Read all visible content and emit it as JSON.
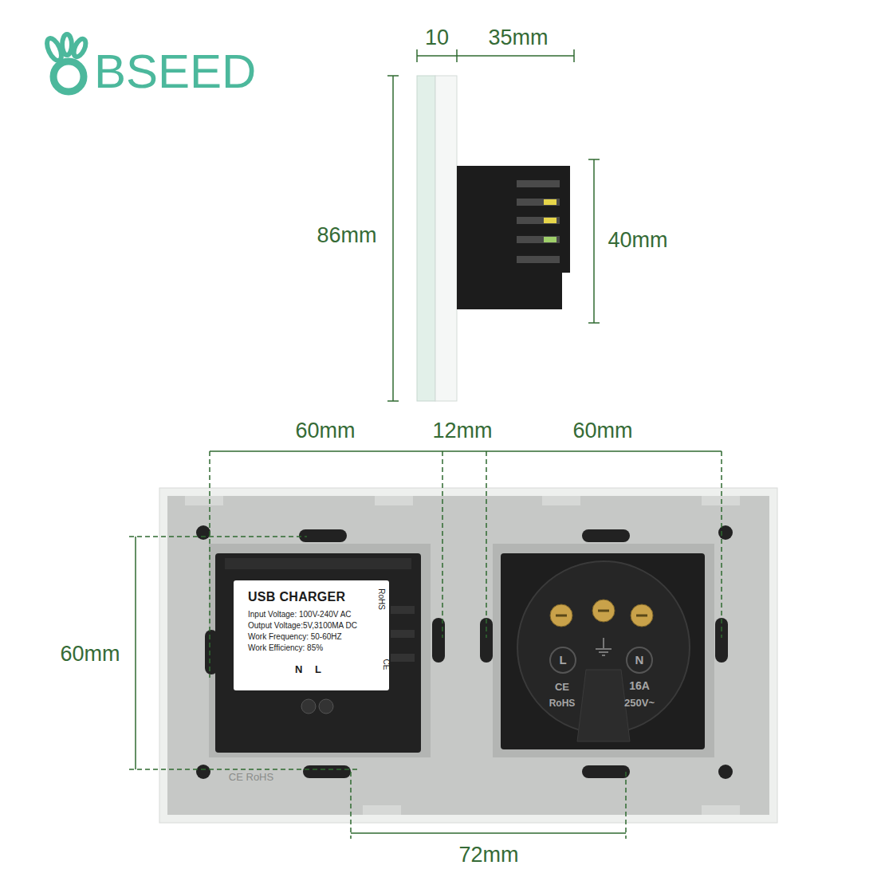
{
  "diagram": {
    "nodes": [
      {
        "text": [
          "USB CHARGER",
          "Input Voltage: 100V-240V AC",
          "Output Voltage:5V,3100MA DC",
          "Work Frequency: 50-60HZ",
          "Work Efficiency: 85%",
          "N L",
          "RoHS",
          "CE"
        ]
      }
    ],
    "edges": [],
    "labels": [
      "BSEED",
      "10",
      "35mm",
      "86mm",
      "40mm",
      "60mm",
      "12mm",
      "60mm",
      "60mm",
      "72mm",
      "L",
      "N",
      "CE",
      "RoHS",
      "16A",
      "250V~",
      "CE RoHS"
    ]
  }
}
